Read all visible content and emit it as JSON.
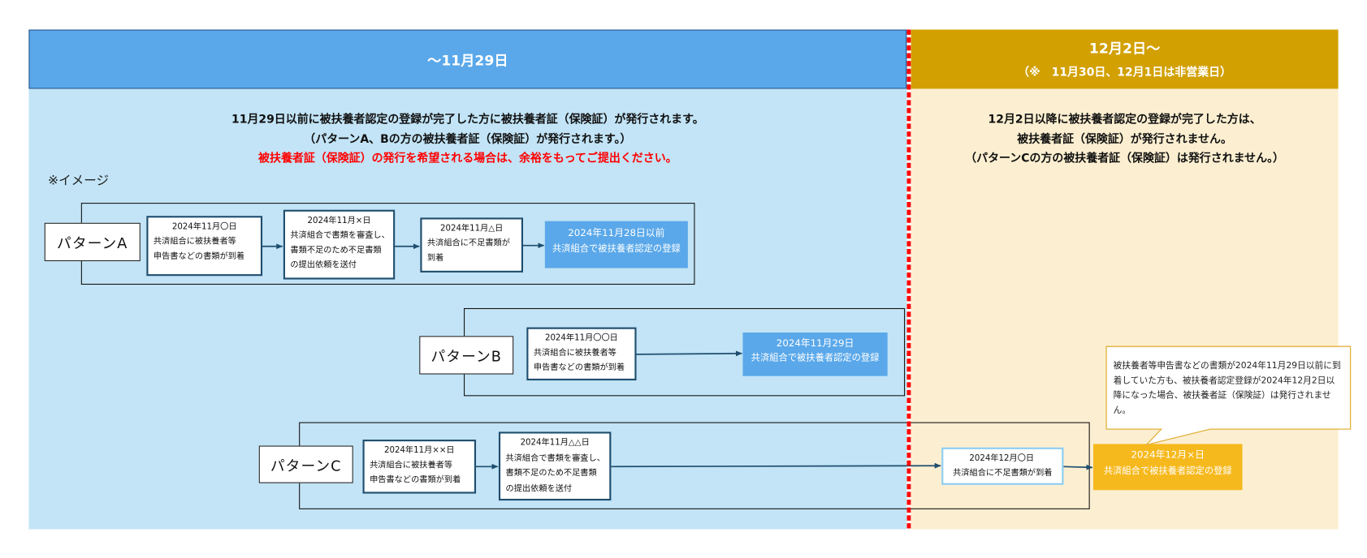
{
  "before": {
    "header": "～11月29日",
    "notice": [
      "11月29日以前に被扶養者認定の登録が完了した方に被扶養者証（保険証）が発行されます。",
      "（パターンA、Bの方の被扶養者証（保険証）が発行されます。）"
    ],
    "warning": "被扶養者証（保険証）の発行を希望される場合は、余裕をもってご提出ください。",
    "image_note": "※イメージ"
  },
  "after": {
    "header": "12月2日～",
    "subheader": "（※　11月30日、12月1日は非営業日）",
    "notice": [
      "12月2日以降に被扶養者認定の登録が完了した方は、",
      "被扶養者証（保険証）が発行されません。",
      "（パターンCの方の被扶養者証（保険証）は発行されません。）"
    ]
  },
  "patterns": [
    {
      "label": "パターンA",
      "steps": [
        {
          "date": "2024年11月〇日",
          "lines": [
            "共済組合に被扶養者等",
            "申告書などの書類が到着"
          ]
        },
        {
          "date": "2024年11月×日",
          "lines": [
            "共済組合で書類を審査し、",
            "書類不足のため不足書類",
            "の提出依頼を送付"
          ]
        },
        {
          "date": "2024年11月△日",
          "lines": [
            "共済組合に不足書類が",
            "到着"
          ]
        }
      ],
      "result": {
        "date": "2024年11月28日以前",
        "text": "共済組合で被扶養者認定の登録"
      }
    },
    {
      "label": "パターンB",
      "steps": [
        {
          "date": "2024年11月〇〇日",
          "lines": [
            "共済組合に被扶養者等",
            "申告書などの書類が到着"
          ]
        }
      ],
      "result": {
        "date": "2024年11月29日",
        "text": "共済組合で被扶養者認定の登録"
      }
    },
    {
      "label": "パターンC",
      "steps": [
        {
          "date": "2024年11月××日",
          "lines": [
            "共済組合に被扶養者等",
            "申告書などの書類が到着"
          ]
        },
        {
          "date": "2024年11月△△日",
          "lines": [
            "共済組合で書類を審査し、",
            "書類不足のため不足書類",
            "の提出依頼を送付"
          ]
        },
        {
          "date": "2024年12月〇日",
          "lines": [
            "共済組合に不足書類が到着"
          ]
        }
      ],
      "result": {
        "date": "2024年12月×日",
        "text": "共済組合で被扶養者認定の登録"
      }
    }
  ],
  "callout": {
    "lines": [
      "被扶養者等申告書などの書類が2024年11月29日以前に到",
      "着していた方も、被扶養者認定登録が2024年12月2日以",
      "降になった場合、被扶養者証（保険証）は発行されませ",
      "ん。"
    ]
  },
  "colors": {
    "before_header": "#5aa8ea",
    "before_body": "#c2e4f6",
    "after_header": "#d2a000",
    "after_body": "#fcefd1",
    "registered_before": "#5aa8ea",
    "registered_after": "#f6b91d",
    "warning": "#ff0000",
    "divider": "#ff0000",
    "step_border": "#1f4e6f",
    "late_step_border": "#8dcdf0",
    "callout_border": "#e2b13c"
  }
}
